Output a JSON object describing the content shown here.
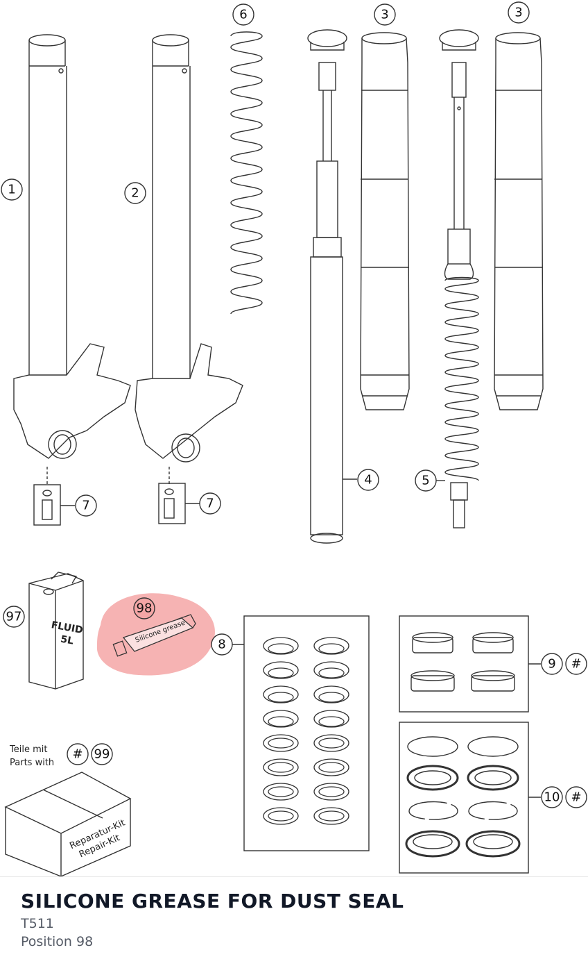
{
  "callouts": {
    "c1": "1",
    "c2": "2",
    "c3a": "3",
    "c3b": "3",
    "c4": "4",
    "c5": "5",
    "c6": "6",
    "c7a": "7",
    "c7b": "7",
    "c8": "8",
    "c9": "9",
    "c9h": "#",
    "c10": "10",
    "c10h": "#",
    "c97": "97",
    "c98": "98",
    "c99": "99",
    "c99h": "#"
  },
  "labels": {
    "fluid": "FLUID",
    "fluid_vol": "5L",
    "grease_tube": "Silicone grease",
    "parts_de": "Teile mit",
    "parts_en": "Parts with",
    "kit_de": "Reparatur-Kit",
    "kit_en": "Repair-Kit"
  },
  "highlight_color": "#f4a6a6",
  "footer": {
    "title": "SILICONE GREASE FOR DUST SEAL",
    "code": "T511",
    "position": "Position 98"
  }
}
